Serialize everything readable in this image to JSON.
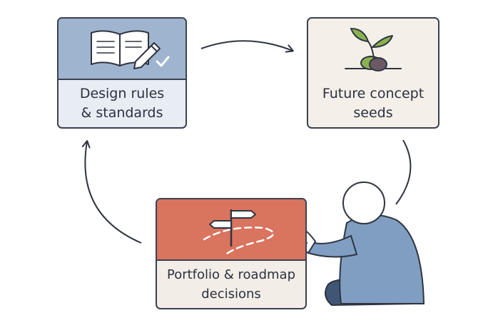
{
  "diagram": {
    "nodes": [
      {
        "id": "design",
        "label": "Design rules\n& standards",
        "icon": "open-book-pencil-icon"
      },
      {
        "id": "seeds",
        "label": "Future concept\nseeds",
        "icon": "sprout-icon"
      },
      {
        "id": "portfolio",
        "label": "Portfolio & roadmap\ndecisions",
        "icon": "signpost-path-icon"
      }
    ],
    "edges": [
      {
        "from": "design",
        "to": "seeds"
      },
      {
        "from": "seeds",
        "to": "portfolio"
      },
      {
        "from": "portfolio",
        "to": "design"
      }
    ],
    "colors": {
      "outline": "#3a4150",
      "design_header": "#9fb4cf",
      "design_body": "#e8ecf3",
      "seeds_body": "#f4efe8",
      "portfolio_header": "#d9745f",
      "portfolio_body": "#f2ede6",
      "person": "#7f9ec2",
      "person_dark": "#3f5675",
      "leaf": "#8ab24f",
      "seed": "#6b5a66"
    },
    "figure": "seated-person-pointing-icon"
  }
}
